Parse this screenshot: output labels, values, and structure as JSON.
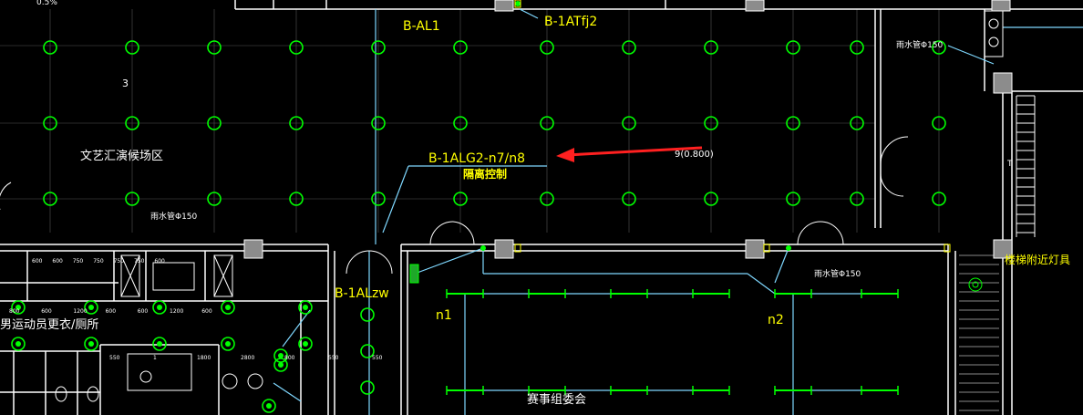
{
  "drawing": {
    "background": "#000000",
    "colors": {
      "wall": "#ffffff",
      "grid": "#ffffff",
      "fixture": "#00ff00",
      "wire": "#7fd8ff",
      "text_yellow": "#ffff00",
      "text_white": "#ffffff",
      "column_fill": "#8c8c8c",
      "arrow": "#ff2020"
    },
    "labels": {
      "slope": "0.5%",
      "grid_mark": "3",
      "panel_al1": "B-AL1",
      "panel_atfj2": "B-1ATfj2",
      "panel_alg2": "B-1ALG2-n7/n8",
      "isolation_control": "隔离控制",
      "elevation": "9(0.800)",
      "zone_performance": "文艺汇演候场区",
      "rain_pipe_1": "雨水管Φ150",
      "rain_pipe_2": "雨水管Φ150",
      "rain_pipe_3": "雨水管Φ150",
      "panel_alzw": "B-1ALzw",
      "circuit_n1": "n1",
      "circuit_n2": "n2",
      "zone_locker": "男运动员更衣/厕所",
      "zone_committee": "赛事组委会",
      "stair_light": "楼梯附近灯具",
      "stair_mark": "T"
    },
    "dimensions": {
      "row_a": [
        "600",
        "600",
        "750",
        "750",
        "750",
        "750",
        "600"
      ],
      "row_b": [
        "800",
        "600",
        "1200",
        "600",
        "600",
        "1200",
        "600"
      ],
      "row_c": [
        "550",
        "1",
        "1800",
        "2800",
        "800",
        "550",
        "550"
      ]
    },
    "icons": [
      "light-fixture-icon",
      "column-icon",
      "door-swing-icon",
      "distribution-box-icon",
      "rain-pipe-icon",
      "stair-icon",
      "arrow-icon"
    ]
  }
}
